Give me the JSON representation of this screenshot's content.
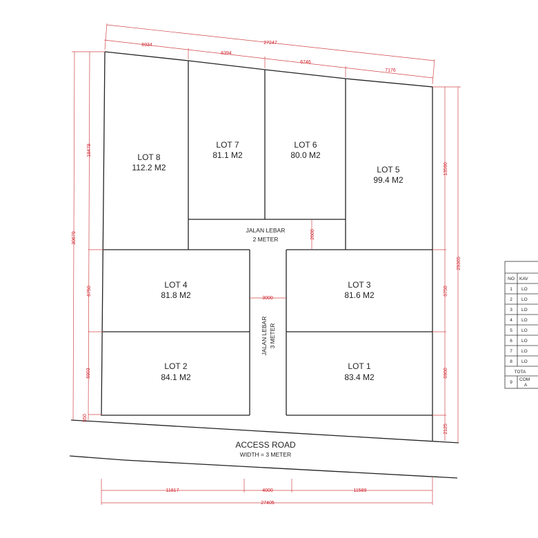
{
  "lots": [
    {
      "name": "LOT 8",
      "area": "112.2 M2"
    },
    {
      "name": "LOT 7",
      "area": "81.1 M2"
    },
    {
      "name": "LOT 6",
      "area": "80.0 M2"
    },
    {
      "name": "LOT 5",
      "area": "99.4 M2"
    },
    {
      "name": "LOT 4",
      "area": "81.8 M2"
    },
    {
      "name": "LOT 3",
      "area": "81.6 M2"
    },
    {
      "name": "LOT 2",
      "area": "84.1 M2"
    },
    {
      "name": "LOT 1",
      "area": "83.4 M2"
    }
  ],
  "paths": {
    "upper": {
      "line1": "JALAN LEBAR",
      "line2": "2 METER",
      "dim": "2600"
    },
    "middle": {
      "line1": "JALAN LEBAR",
      "line2": "3 METER",
      "dim": "3000"
    }
  },
  "road": {
    "title": "ACCESS ROAD",
    "subtitle": "WIDTH = 3 METER"
  },
  "dimensions": {
    "top_total": "27247",
    "top_segments": [
      "6934",
      "6394",
      "6746",
      "7176"
    ],
    "bottom_total": "27405",
    "bottom_segments": [
      "11817",
      "4000",
      "11589"
    ],
    "left_total": "30679",
    "left_segments": [
      "18478",
      "6750",
      "6903",
      "550"
    ],
    "right_total": "29365",
    "right_segments": [
      "13590",
      "6750",
      "6900",
      "2125"
    ]
  },
  "table": {
    "headers": [
      "NO",
      "KAV"
    ],
    "rows": [
      {
        "no": "1",
        "kav": "LO"
      },
      {
        "no": "2",
        "kav": "LO"
      },
      {
        "no": "3",
        "kav": "LO"
      },
      {
        "no": "4",
        "kav": "LO"
      },
      {
        "no": "5",
        "kav": "LO"
      },
      {
        "no": "6",
        "kav": "LO"
      },
      {
        "no": "7",
        "kav": "LO"
      },
      {
        "no": "8",
        "kav": "LO"
      }
    ],
    "total_label": "TOTA",
    "extra_row": {
      "no": "9",
      "kav_line1": "COM",
      "kav_line2": "A"
    }
  },
  "colors": {
    "line": "#222222",
    "dimension": "#d0202a"
  }
}
